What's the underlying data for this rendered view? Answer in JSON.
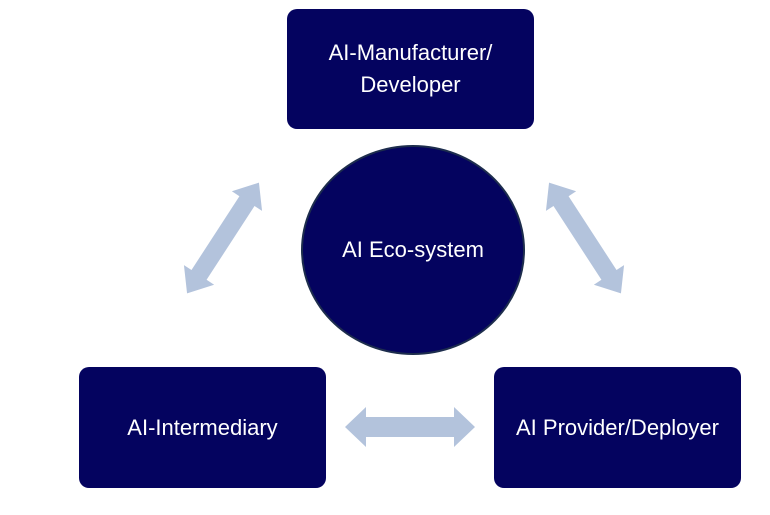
{
  "diagram": {
    "top_node": {
      "label": "AI-Manufacturer/ Developer"
    },
    "center_node": {
      "label": "AI Eco-system"
    },
    "left_node": {
      "label": "AI-Intermediary"
    },
    "right_node": {
      "label": "AI Provider/Deployer"
    }
  },
  "colors": {
    "node_fill": "#04035f",
    "node_text": "#ffffff",
    "arrow_fill": "#b3c3dc",
    "hub_border": "#1d2d4d"
  },
  "icons": {
    "arrows": [
      "double-arrow-icon",
      "double-arrow-icon",
      "double-arrow-icon"
    ]
  }
}
